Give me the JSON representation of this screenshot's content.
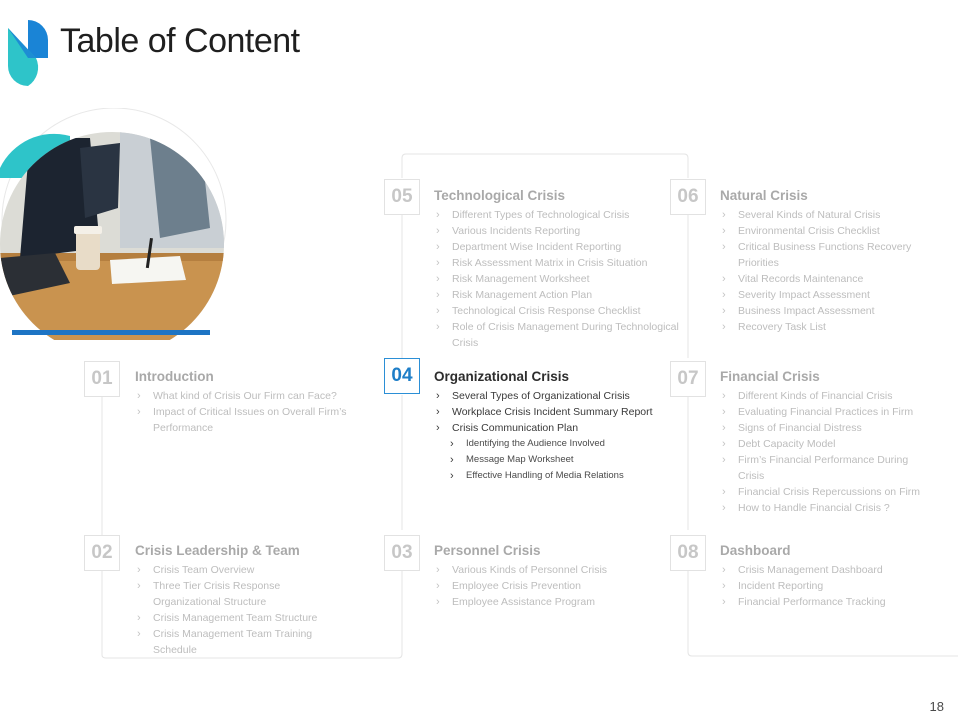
{
  "header": {
    "title": "Table of Content"
  },
  "page_number": "18",
  "colors": {
    "accent": "#1e7ec8",
    "accent_bar": "#1d74c4",
    "logo_teal": "#2ec4c9",
    "logo_blue": "#1a84d6"
  },
  "sections": [
    {
      "num": "01",
      "title": "Introduction",
      "items": [
        "What kind of Crisis Our Firm can Face?",
        "Impact of Critical Issues on Overall Firm’s Performance"
      ]
    },
    {
      "num": "02",
      "title": "Crisis Leadership & Team",
      "items": [
        "Crisis  Team Overview",
        "Three Tier Crisis Response Organizational Structure",
        "Crisis  Management Team Structure",
        "Crisis  Management Team Training Schedule"
      ]
    },
    {
      "num": "03",
      "title": "Personnel Crisis",
      "items": [
        "Various Kinds of Personnel Crisis",
        "Employee Crisis Prevention",
        "Employee Assistance Program"
      ]
    },
    {
      "num": "04",
      "title": "Organizational Crisis",
      "items": [
        "Several Types of Organizational  Crisis",
        "Workplace Crisis Incident Summary Report",
        "Crisis  Communication  Plan"
      ],
      "subitems": [
        "Identifying the Audience Involved",
        "Message Map Worksheet",
        "Effective Handling of Media Relations"
      ]
    },
    {
      "num": "05",
      "title": "Technological Crisis",
      "items": [
        "Different Types of Technological Crisis",
        "Various Incidents  Reporting",
        "Department Wise Incident Reporting",
        "Risk Assessment Matrix in Crisis Situation",
        "Risk Management Worksheet",
        "Risk Management Action Plan",
        "Technological Crisis Response Checklist",
        "Role of Crisis Management During Technological Crisis"
      ]
    },
    {
      "num": "06",
      "title": "Natural Crisis",
      "items": [
        "Several Kinds of Natural Crisis",
        "Environmental Crisis Checklist",
        "Critical Business Functions Recovery Priorities",
        "Vital Records Maintenance",
        "Severity Impact Assessment",
        "Business Impact Assessment",
        "Recovery Task List"
      ]
    },
    {
      "num": "07",
      "title": "Financial Crisis",
      "items": [
        "Different Kinds of Financial  Crisis",
        "Evaluating  Financial  Practices  in Firm",
        "Signs of Financial  Distress",
        "Debt Capacity  Model",
        "Firm’s Financial  Performance During Crisis",
        "Financial  Crisis  Repercussions on Firm",
        "How to Handle Financial  Crisis  ?"
      ]
    },
    {
      "num": "08",
      "title": "Dashboard",
      "items": [
        "Crisis  Management Dashboard",
        "Incident Reporting",
        "Financial  Performance Tracking"
      ]
    }
  ]
}
